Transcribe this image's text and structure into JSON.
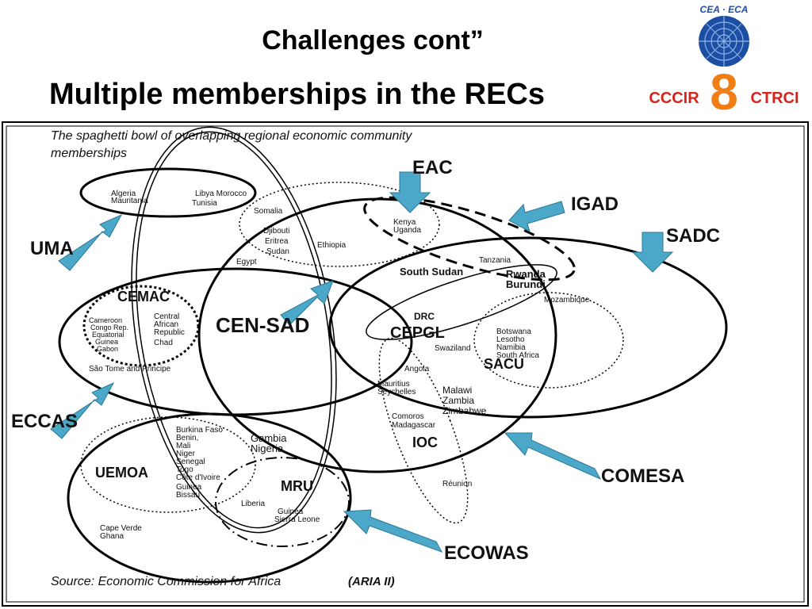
{
  "slide": {
    "title": "Challenges cont”",
    "subtitle": "Multiple memberships in the RECs"
  },
  "logo": {
    "top_text": "CEA · ECA",
    "left_text": "CCCIR",
    "number": "8",
    "right_text": "CTRCI",
    "colors": {
      "blue": "#1c4fa3",
      "red": "#d8231c",
      "orange": "#f07e14"
    }
  },
  "figure": {
    "caption_line1": "The spaghetti bowl of overlapping regional economic community",
    "caption_line2": "memberships",
    "source_label": "Source: Economic Commission for Africa",
    "source_ref": "(ARIA II)",
    "arrow_color": "#4ba8c8",
    "rec_labels": {
      "eac": "EAC",
      "igad": "IGAD",
      "sadc": "SADC",
      "uma": "UMA",
      "cemac": "CEMAC",
      "censad": "CEN-SAD",
      "eccas": "ECCAS",
      "uemoa": "UEMOA",
      "mru": "MRU",
      "ecowas": "ECOWAS",
      "comesa": "COMESA",
      "cepgl": "CEPGL",
      "sacu": "SACU",
      "ioc": "IOC"
    },
    "countries": {
      "algeria": "Algeria",
      "mauritania": "Mauritania",
      "libya_morocco": "Libya Morocco",
      "tunisia": "Tunisia",
      "somalia": "Somalia",
      "djibouti": "Djibouti",
      "eritrea": "Eritrea",
      "sudan": "Sudan",
      "ethiopia": "Ethiopia",
      "egypt": "Egypt",
      "kenya": "Kenya",
      "uganda": "Uganda",
      "tanzania": "Tanzania",
      "south_sudan": "South Sudan",
      "rwanda": "Rwanda",
      "burundi": "Burundi",
      "mozambique": "Mozambique",
      "drc": "DRC",
      "cameroon": "Cameroon",
      "congo_rep": "Congo Rep.",
      "equatorial": "Equatorial",
      "guinea_eq": "Guinea",
      "gabon": "Gabon",
      "central": "Central",
      "african": "African",
      "republic": "Republic",
      "chad": "Chad",
      "sao_tome": "São Tome and Principe",
      "botswana": "Botswana",
      "lesotho": "Lesotho",
      "namibia": "Namibia",
      "south_africa": "South Africa",
      "swaziland": "Swaziland",
      "angola": "Angola",
      "mauritius": "Mauritius",
      "seychelles": "Seychelles",
      "malawi": "Malawi",
      "zambia": "Zambia",
      "zimbabwe": "Zimbabwe",
      "comoros": "Comoros",
      "madagascar": "Madagascar",
      "reunion": "Réunion",
      "burkina_faso": "Burkina Faso",
      "benin": "Benin,",
      "mali": "Mali",
      "niger": "Niger",
      "senegal": "Senegal",
      "togo": "Togo",
      "cote_divoire": "Côte d'Ivoire",
      "guinea": "Guinea",
      "bissau": "Bissau",
      "gambia": "Gambia",
      "nigeria": "Nigeria",
      "liberia": "Liberia",
      "guinea_mru": "Guinea",
      "sierra_leone": "Sierra Leone",
      "cape_verde": "Cape Verde",
      "ghana": "Ghana"
    }
  }
}
